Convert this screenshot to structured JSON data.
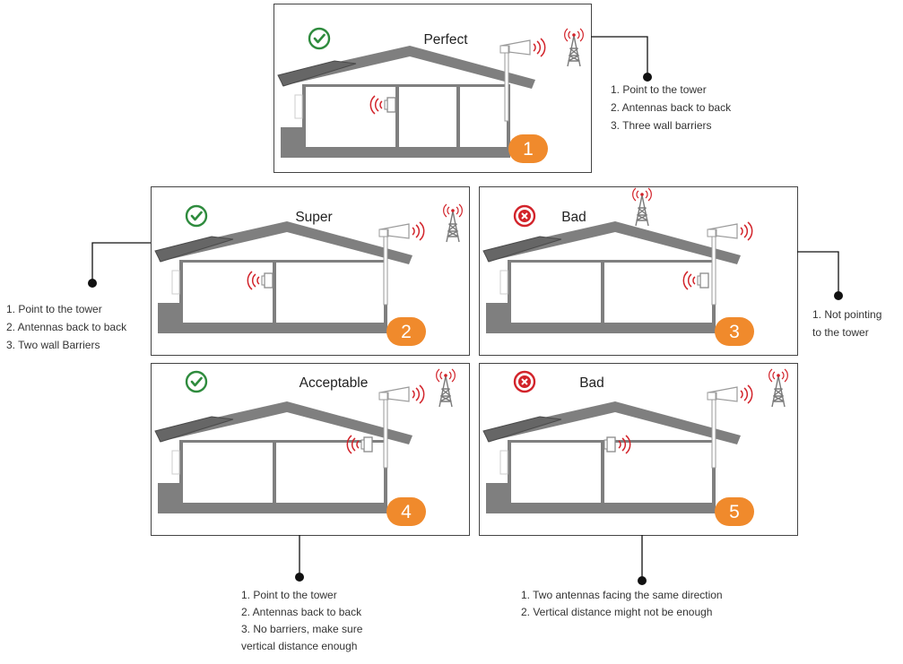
{
  "colors": {
    "house": "#7f7f7f",
    "roof_dark": "#666666",
    "badge": "#f08a2c",
    "good": "#2e8b3d",
    "bad": "#d2232a",
    "signal": "#d2232a",
    "line": "#111111",
    "text": "#333333",
    "frame": "#444444"
  },
  "panels": [
    {
      "status": "good",
      "status_icon": "check-icon",
      "title": "Perfect",
      "number": "1"
    },
    {
      "status": "good",
      "status_icon": "check-icon",
      "title": "Super",
      "number": "2"
    },
    {
      "status": "bad",
      "status_icon": "cross-icon",
      "title": "Bad",
      "number": "3"
    },
    {
      "status": "good",
      "status_icon": "check-icon",
      "title": "Acceptable",
      "number": "4"
    },
    {
      "status": "bad",
      "status_icon": "cross-icon",
      "title": "Bad",
      "number": "5"
    }
  ],
  "notes": {
    "n1": [
      "1. Point to the tower",
      "2. Antennas back to back",
      "3. Three wall barriers"
    ],
    "n2": [
      "1. Point to the tower",
      "2. Antennas back to back",
      "3. Two wall Barriers"
    ],
    "n3": [
      "1. Not pointing",
      " to the tower"
    ],
    "n4": [
      "1. Point to the tower",
      "2. Antennas back to back",
      "3. No barriers, make sure",
      " vertical distance enough"
    ],
    "n5": [
      "1. Two antennas facing the same direction",
      "2. Vertical distance might not be enough"
    ]
  }
}
